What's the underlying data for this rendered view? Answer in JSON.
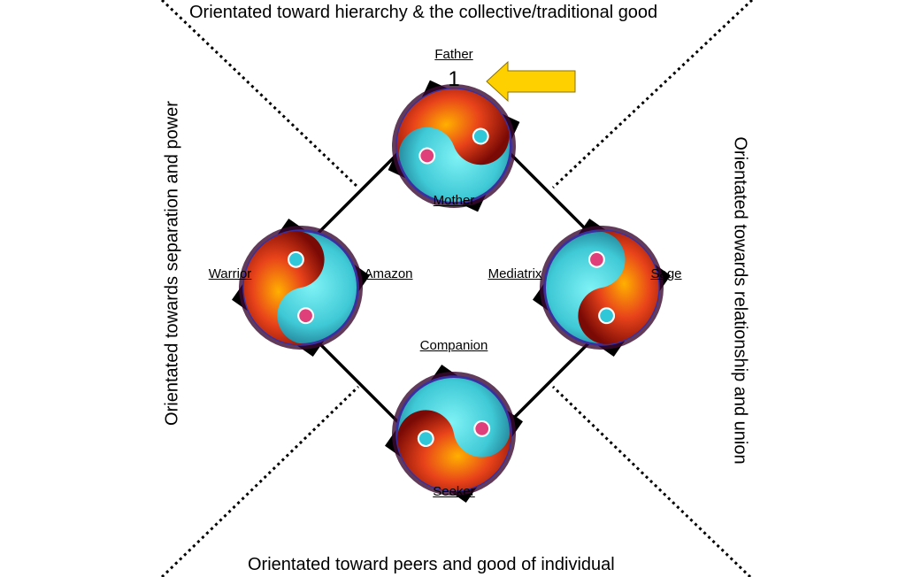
{
  "edges": {
    "top": "Orientated toward hierarchy & the collective/traditional good",
    "bottom": "Orientated toward peers and good of individual",
    "left": "Orientated towards separation and power",
    "right": "Orientated towards relationship and union"
  },
  "labels": {
    "father": "Father",
    "mother": "Mother",
    "warrior": "Warrior",
    "amazon": "Amazon",
    "mediatrix": "Mediatrix",
    "sage": "Sage",
    "companion": "Companion",
    "seeker": "Seeker"
  },
  "number": "1",
  "colors": {
    "arrow": "#FFD000",
    "fire": "#E8431A",
    "water": "#3FD6E0"
  }
}
